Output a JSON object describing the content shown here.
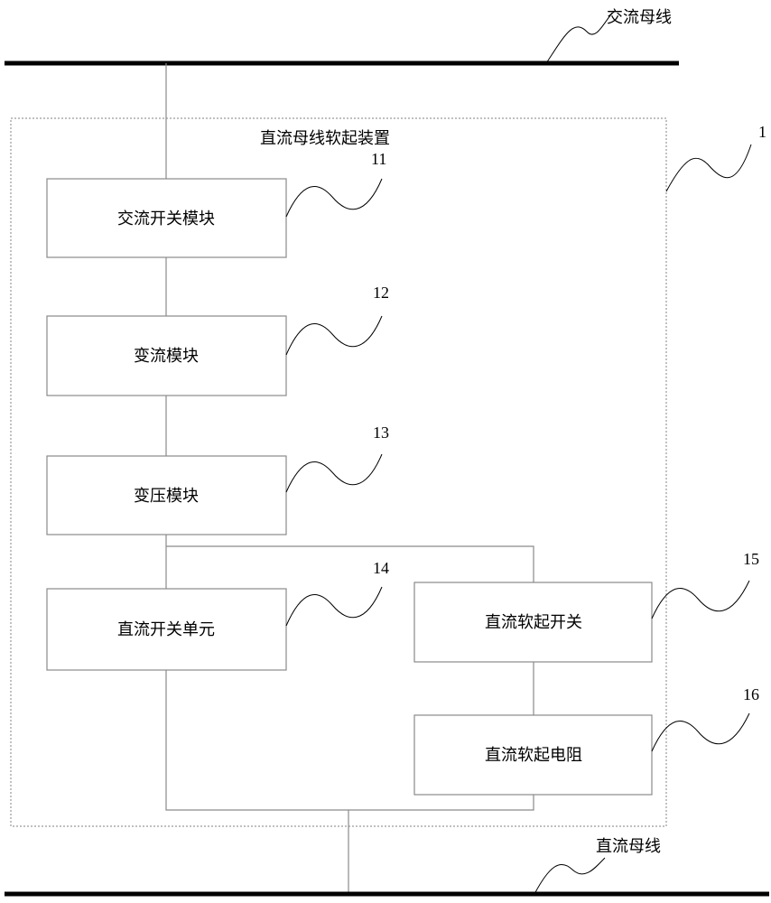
{
  "ac_bus": {
    "label": "交流母线"
  },
  "dc_bus": {
    "label": "直流母线"
  },
  "device": {
    "title": "直流母线软起装置",
    "ref": "1"
  },
  "modules": {
    "ac_switch": {
      "label": "交流开关模块",
      "ref": "11"
    },
    "converter": {
      "label": "变流模块",
      "ref": "12"
    },
    "transformer": {
      "label": "变压模块",
      "ref": "13"
    },
    "dc_switch_unit": {
      "label": "直流开关单元",
      "ref": "14"
    },
    "dc_soft_start_switch": {
      "label": "直流软起开关",
      "ref": "15"
    },
    "dc_soft_start_resistor": {
      "label": "直流软起电阻",
      "ref": "16"
    }
  },
  "colors": {
    "bus": "#000000",
    "wire": "#8a8a8a",
    "border": "#9a9a9a"
  }
}
